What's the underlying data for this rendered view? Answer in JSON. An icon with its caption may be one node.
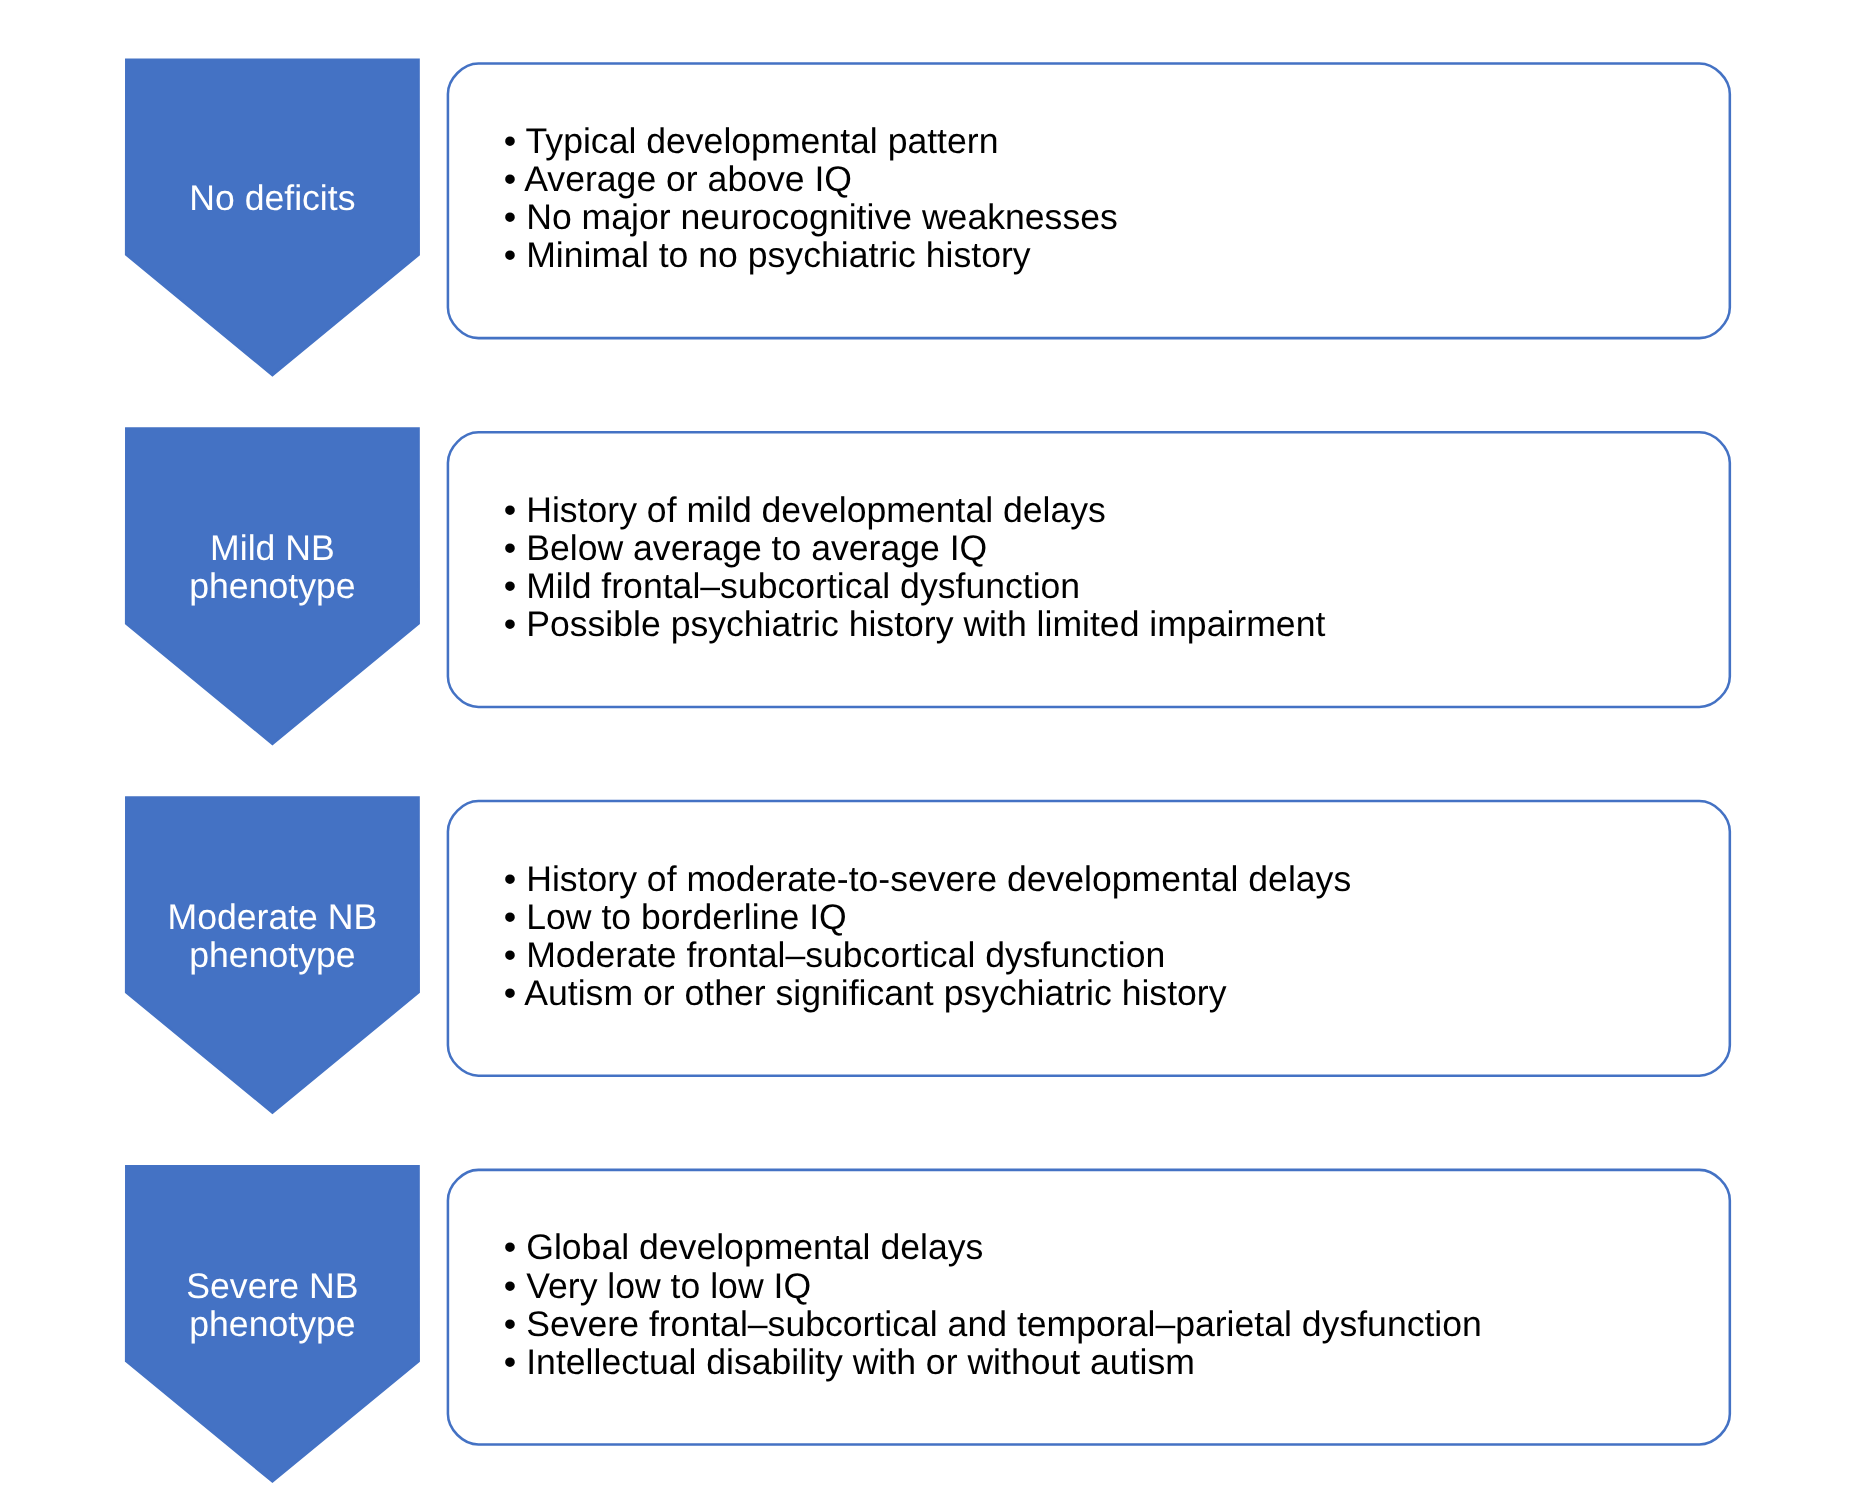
{
  "diagram": {
    "nodes": [
      {
        "text": [
          "No deficits"
        ]
      },
      {
        "text": [
          "• Typical developmental pattern",
          "• Average or above IQ",
          "• No major neurocognitive weaknesses",
          "• Minimal to no psychiatric history"
        ]
      },
      {
        "text": [
          "Mild NB phenotype"
        ]
      },
      {
        "text": [
          "• History of mild developmental delays",
          "• Below average to average IQ",
          "• Mild frontal–subcortical dysfunction",
          "• Possible psychiatric history with limited impairment"
        ]
      },
      {
        "text": [
          "Moderate NB phenotype"
        ]
      },
      {
        "text": [
          "• History of moderate-to-severe developmental delays",
          "• Low to borderline IQ",
          "• Moderate frontal–subcortical dysfunction",
          "• Autism or other significant psychiatric history"
        ]
      },
      {
        "text": [
          "Severe NB phenotype"
        ]
      },
      {
        "text": [
          "• Global developmental delays",
          "• Very low to low IQ",
          "• Severe frontal–subcortical and temporal–parietal dysfunction",
          "• Intellectual disability with or without autism"
        ]
      }
    ],
    "edges": []
  }
}
